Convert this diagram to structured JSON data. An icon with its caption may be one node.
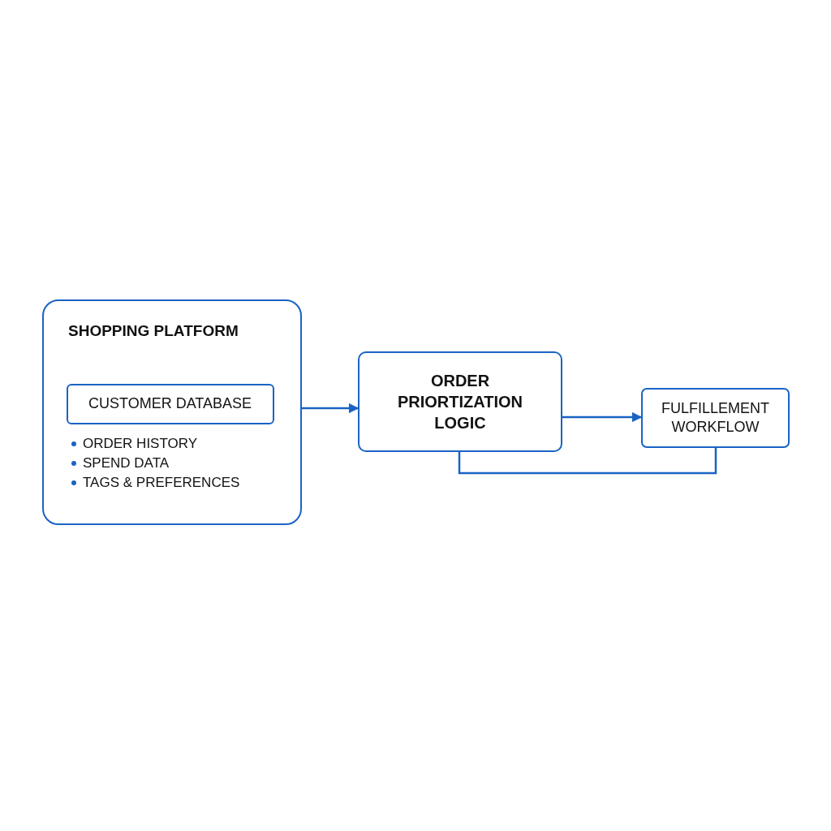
{
  "diagram": {
    "nodes": [
      {
        "text": [
          "SHOPPING PLATFORM",
          "ORDER HISTORY",
          "SPEND DATA",
          "TAGS & PREFERENCES"
        ]
      },
      {
        "text": [
          "CUSTOMER DATABASE"
        ],
        "in": 0
      },
      {
        "text": [
          "ORDER PRIORTIZATION LOGIC"
        ]
      },
      {
        "text": [
          "FULFILLEMENT WORKFLOW"
        ]
      }
    ],
    "edges": [
      {
        "from": 0,
        "to": 2,
        "arrow": "to"
      },
      {
        "from": 2,
        "to": 3,
        "arrow": "to"
      },
      {
        "from": 2,
        "to": 3,
        "arrow": "none"
      }
    ]
  }
}
